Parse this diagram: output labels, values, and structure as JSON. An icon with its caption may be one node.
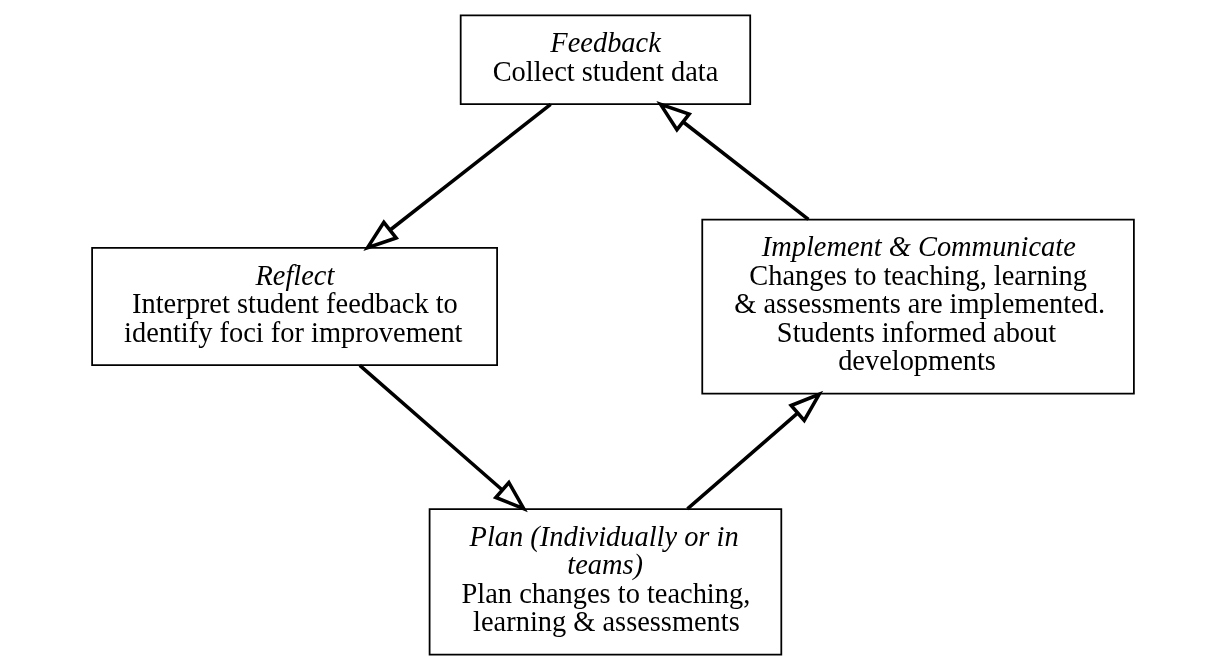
{
  "diagram": {
    "nodes": [
      {
        "text": [
          "Feedback",
          "Collect student data"
        ]
      },
      {
        "text": [
          "Reflect",
          "Interpret student feedback to identify foci for improvement"
        ]
      },
      {
        "text": [
          "Plan (Individually or in teams)",
          "Plan changes to teaching, learning & assessments"
        ]
      },
      {
        "text": [
          "Implement & Communicate",
          "Changes to teaching, learning & assessments are implemented. Students informed about developments"
        ]
      }
    ],
    "edges": [
      {
        "from": 0,
        "to": 1,
        "arrow": "to"
      },
      {
        "from": 1,
        "to": 2,
        "arrow": "to"
      },
      {
        "from": 2,
        "to": 3,
        "arrow": "to"
      },
      {
        "from": 3,
        "to": 0,
        "arrow": "to"
      }
    ]
  }
}
